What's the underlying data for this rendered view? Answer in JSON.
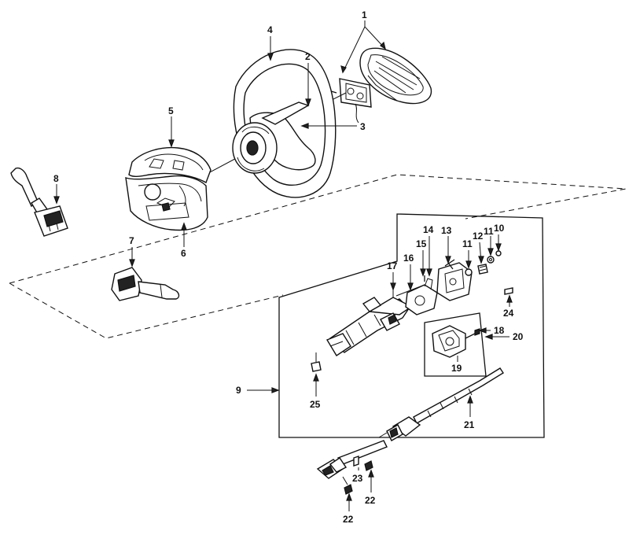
{
  "diagram": {
    "labels": {
      "l1": "1",
      "l2": "2",
      "l3": "3",
      "l4": "4",
      "l5": "5",
      "l6": "6",
      "l7": "7",
      "l8": "8",
      "l9": "9",
      "l10": "10",
      "l11a": "11",
      "l11b": "11",
      "l12": "12",
      "l13": "13",
      "l14": "14",
      "l15": "15",
      "l16": "16",
      "l17": "17",
      "l18": "18",
      "l19": "19",
      "l20": "20",
      "l21": "21",
      "l22a": "22",
      "l22b": "22",
      "l23": "23",
      "l24": "24",
      "l25": "25"
    }
  }
}
